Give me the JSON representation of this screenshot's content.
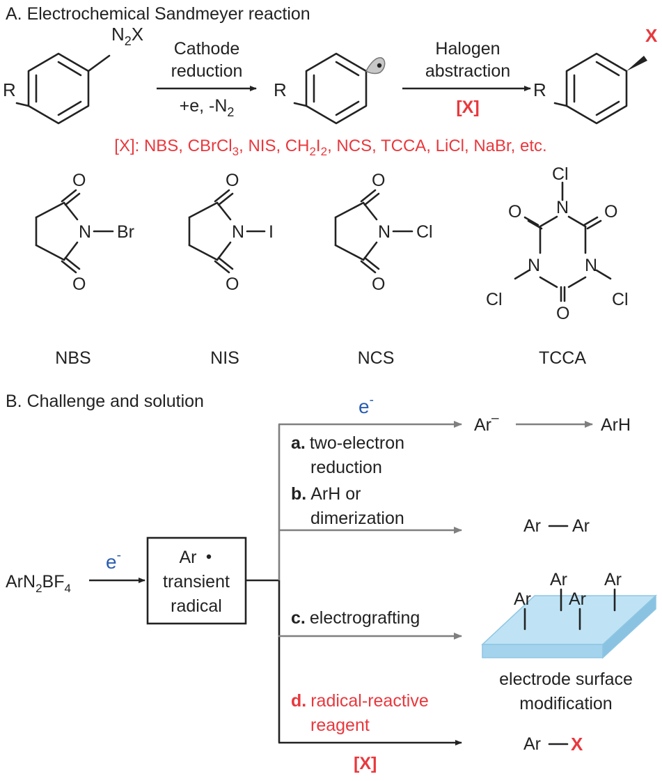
{
  "sectionA": {
    "title": "A. Electrochemical Sandmeyer reaction",
    "substituent": "R",
    "diazonium_n": "N",
    "diazonium_sub": "2",
    "diazonium_x": "X",
    "step1_line1": "Cathode",
    "step1_line2": "reduction",
    "step1_below": "+e, -N",
    "step1_below_sub": "2",
    "step2_line1": "Halogen",
    "step2_line2": "abstraction",
    "step2_reagent": "[X]",
    "product_x": "X",
    "reagents_list": {
      "p1": "[X]: NBS, CBrCl",
      "s1": "3",
      "p2": ", NIS, CH",
      "s2": "2",
      "p3": "I",
      "s3": "2",
      "p4": ", NCS, TCCA, LiCl, NaBr, etc."
    },
    "reagents": [
      {
        "name": "NBS",
        "halogen": "Br"
      },
      {
        "name": "NIS",
        "halogen": "I"
      },
      {
        "name": "NCS",
        "halogen": "Cl"
      },
      {
        "name": "TCCA",
        "halogen": "Cl"
      }
    ],
    "atoms": {
      "O": "O",
      "N": "N",
      "Cl": "Cl"
    }
  },
  "sectionB": {
    "title": "B. Challenge and solution",
    "start_p1": "ArN",
    "start_s1": "2",
    "start_p2": "BF",
    "start_s2": "4",
    "electron": "e",
    "electron_sup": "-",
    "box_line1": "Ar",
    "box_line2": "transient",
    "box_line3": "radical",
    "branch_a": {
      "letter": "a.",
      "line1": "two-electron",
      "line2": "reduction",
      "intermediate": "Ar",
      "intermediate_sup": "–",
      "product": "ArH"
    },
    "branch_b": {
      "letter": "b.",
      "line1": "ArH or",
      "line2": "dimerization",
      "left": "Ar",
      "right": "Ar"
    },
    "branch_c": {
      "letter": "c.",
      "label": "electrografting",
      "aryl": "Ar",
      "caption1": "electrode surface",
      "caption2": "modification"
    },
    "branch_d": {
      "letter": "d.",
      "line1": "radical-reactive",
      "line2": "reagent",
      "reagent": "[X]",
      "product_left": "Ar",
      "product_x": "X"
    }
  }
}
